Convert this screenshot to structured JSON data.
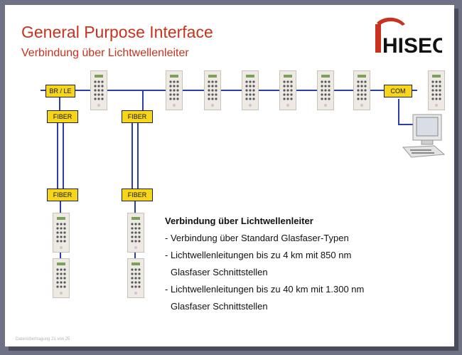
{
  "slide": {
    "title": "General Purpose Interface",
    "subtitle": "Verbindung über Lichtwellenleiter",
    "logo_text": "HISEC",
    "footer": "Datenübertragung 21 von 25"
  },
  "diagram": {
    "box_labels": {
      "br_le": "BR / LE",
      "com": "COM",
      "fiber_left_top": "FIBER",
      "fiber_mid_top": "FIBER",
      "fiber_left_bottom": "FIBER",
      "fiber_mid_bottom": "FIBER"
    },
    "colors": {
      "box_fill": "#f7d51a",
      "link_line": "#2b3fa6",
      "title_red": "#c8321e"
    }
  },
  "info": {
    "heading": "Verbindung über Lichtwellenleiter",
    "line1": "- Verbindung über Standard Glasfaser-Typen",
    "line2": "- Lichtwellenleitungen bis zu 4 km mit 850 nm",
    "line3": "Glasfaser Schnittstellen",
    "line4": "- Lichtwellenleitungen bis zu 40 km mit 1.300 nm",
    "line5": "Glasfaser Schnittstellen"
  }
}
